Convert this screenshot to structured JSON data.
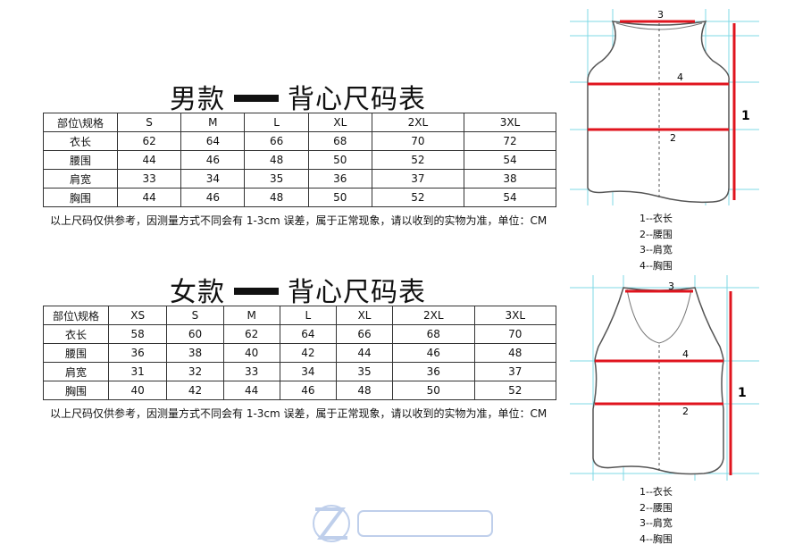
{
  "men": {
    "title_left": "男款",
    "title_right": "背心尺码表",
    "headers": [
      "部位\\规格",
      "S",
      "M",
      "L",
      "XL",
      "2XL",
      "3XL"
    ],
    "rows": [
      [
        "衣长",
        "62",
        "64",
        "66",
        "68",
        "70",
        "72"
      ],
      [
        "腰围",
        "44",
        "46",
        "48",
        "50",
        "52",
        "54"
      ],
      [
        "肩宽",
        "33",
        "34",
        "35",
        "36",
        "37",
        "38"
      ],
      [
        "胸围",
        "44",
        "46",
        "48",
        "50",
        "52",
        "54"
      ]
    ],
    "note": "以上尺码仅供参考，因测量方式不同会有 1-3cm 误差，属于正常现象，请以收到的实物为准，单位：CM"
  },
  "women": {
    "title_left": "女款",
    "title_right": "背心尺码表",
    "headers": [
      "部位\\规格",
      "XS",
      "S",
      "M",
      "L",
      "XL",
      "2XL",
      "3XL"
    ],
    "rows": [
      [
        "衣长",
        "58",
        "60",
        "62",
        "64",
        "66",
        "68",
        "70"
      ],
      [
        "腰围",
        "36",
        "38",
        "40",
        "42",
        "44",
        "46",
        "48"
      ],
      [
        "肩宽",
        "31",
        "32",
        "33",
        "34",
        "35",
        "36",
        "37"
      ],
      [
        "胸围",
        "40",
        "42",
        "44",
        "46",
        "48",
        "50",
        "52"
      ]
    ],
    "note": "以上尺码仅供参考，因测量方式不同会有 1-3cm 误差，属于正常现象，请以收到的实物为准，单位：CM"
  },
  "diagram_markers": {
    "m1": "1",
    "m2": "2",
    "m3": "3",
    "m4": "4"
  },
  "legend": [
    "1--衣长",
    "2--腰围",
    "3--肩宽",
    "4--胸围"
  ],
  "colors": {
    "measure_line": "#e0141e",
    "guide_line": "#7fd8e6"
  }
}
